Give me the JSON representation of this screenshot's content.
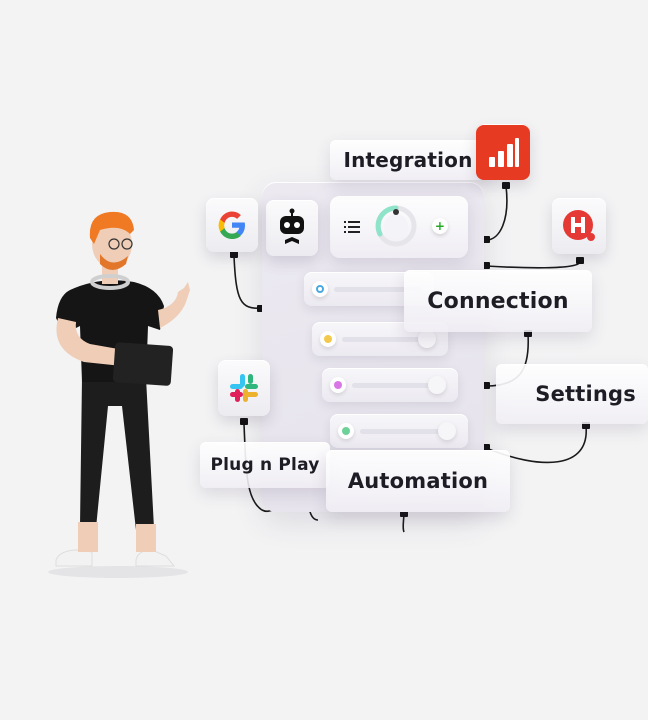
{
  "labels": {
    "integration": "Integration",
    "connection": "Connection",
    "settings": "Settings",
    "automation": "Automation",
    "plug_n_play": "Plug n Play"
  },
  "icons": {
    "google": "google-icon",
    "robot": "robot-icon",
    "bar_chart": "bar-chart-icon",
    "hubstaff": "hubstaff-icon",
    "slack": "slack-icon",
    "list": "list-icon",
    "dial": "dial-icon",
    "plus": "plus-icon"
  },
  "colors": {
    "background": "#f3f3f4",
    "bar_chart_tile": "#e63a22",
    "hubstaff_red": "#e53935",
    "cable": "#1a1a1a",
    "shirt": "#151515",
    "pants": "#1d1d1d",
    "hair": "#f07a24"
  }
}
